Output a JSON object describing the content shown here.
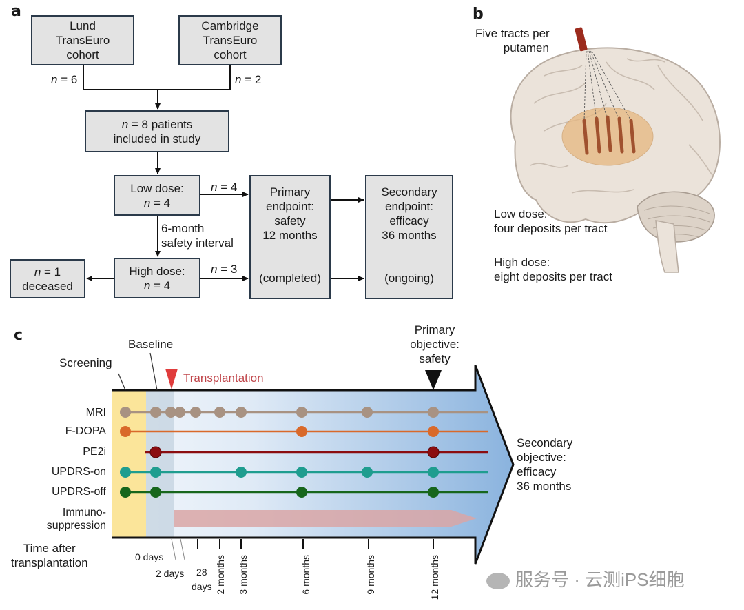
{
  "panels": {
    "a": "a",
    "b": "b",
    "c": "c"
  },
  "flow": {
    "lund": [
      "Lund",
      "TransEuro",
      "cohort"
    ],
    "cambridge": [
      "Cambridge",
      "TransEuro",
      "cohort"
    ],
    "n6": {
      "var": "n",
      "rest": " = 6"
    },
    "n2": {
      "var": "n",
      "rest": " = 2"
    },
    "included": {
      "var": "n",
      "line1_rest": " = 8 patients",
      "line2": "included in study"
    },
    "low": {
      "line1": "Low dose:",
      "var": "n",
      "rest": " = 4"
    },
    "high": {
      "line1": "High dose:",
      "var": "n",
      "rest": " = 4"
    },
    "deceased": {
      "var": "n",
      "rest": " = 1",
      "line2": "deceased"
    },
    "safety_interval": [
      "6-month",
      "safety interval"
    ],
    "n4_arrow": {
      "var": "n",
      "rest": " = 4"
    },
    "n3_arrow": {
      "var": "n",
      "rest": " = 3"
    },
    "primary": [
      "Primary",
      "endpoint:",
      "safety",
      "12 months"
    ],
    "primary_status": "(completed)",
    "secondary": [
      "Secondary",
      "endpoint:",
      "efficacy",
      "36 months"
    ],
    "secondary_status": "(ongoing)"
  },
  "brain": {
    "tracts": [
      "Five tracts per",
      "putamen"
    ],
    "low": [
      "Low dose:",
      "four deposits per tract"
    ],
    "high": [
      "High dose:",
      "eight deposits per tract"
    ]
  },
  "timeline": {
    "screening": "Screening",
    "baseline": "Baseline",
    "transplantation": "Transplantation",
    "primary_objective": [
      "Primary",
      "objective:",
      "safety"
    ],
    "secondary_objective": [
      "Secondary",
      "objective:",
      "efficacy",
      "36 months"
    ],
    "time_label": [
      "Time after",
      "transplantation"
    ],
    "ticks": {
      "d0": "0 days",
      "d2": "2 days",
      "d28": [
        "28",
        "days"
      ],
      "m2": "2 months",
      "m3": "3 months",
      "m6": "6 months",
      "m9": "9 months",
      "m12": "12 months"
    },
    "rows": [
      {
        "label": "MRI",
        "color": "#a89282"
      },
      {
        "label": "F-DOPA",
        "color": "#d9692a"
      },
      {
        "label": "PE2i",
        "color": "#8b0d10"
      },
      {
        "label": "UPDRS-on",
        "color": "#1f9d8f"
      },
      {
        "label": "UPDRS-off",
        "color": "#17661c"
      }
    ],
    "immuno": [
      "Immuno-",
      "suppression"
    ],
    "immuno_color": "#d9a6a6"
  },
  "watermark": "服务号 · 云测iPS细胞"
}
